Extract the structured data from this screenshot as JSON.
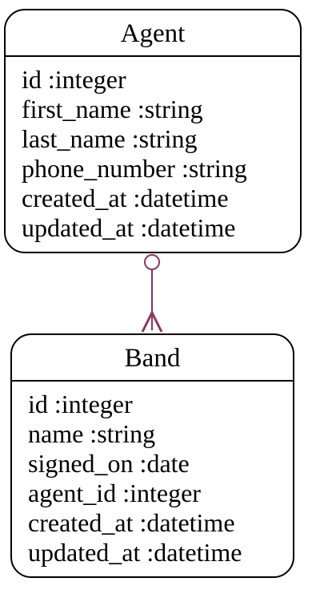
{
  "agent": {
    "title": "Agent",
    "attributes": [
      "id :integer",
      "first_name :string",
      "last_name :string",
      "phone_number :string",
      "created_at :datetime",
      "updated_at :datetime"
    ]
  },
  "band": {
    "title": "Band",
    "attributes": [
      "id :integer",
      "name :string",
      "signed_on :date",
      "agent_id :integer",
      "created_at :datetime",
      "updated_at :datetime"
    ]
  },
  "relationship": {
    "from": "Agent",
    "to": "Band",
    "from_end": "zero-or-one",
    "to_end": "many",
    "color": "#8b3a57"
  }
}
